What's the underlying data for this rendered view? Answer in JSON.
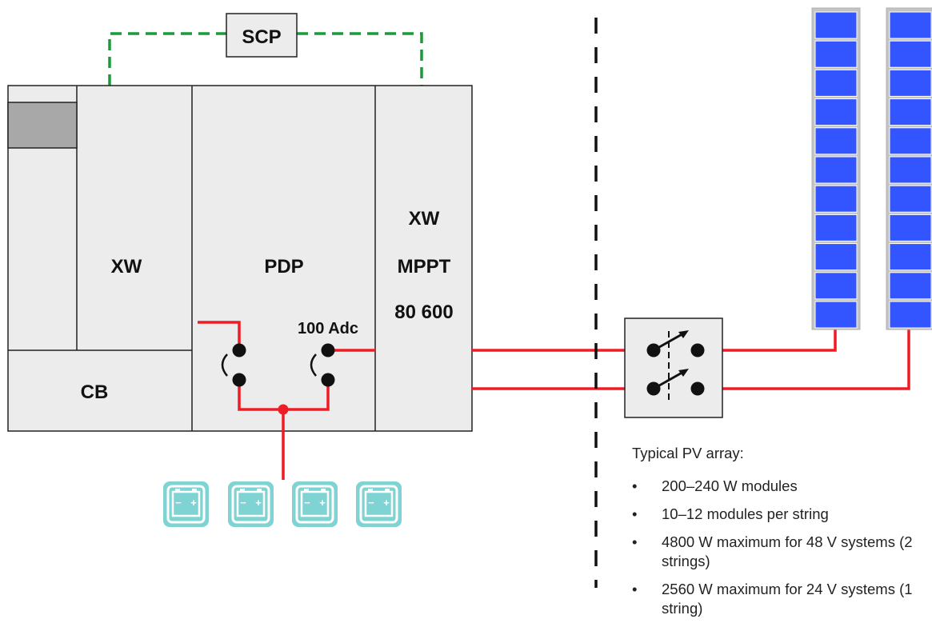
{
  "labels": {
    "scp": "SCP",
    "xw": "XW",
    "cb": "CB",
    "pdp": "PDP",
    "mppt_line1": "XW",
    "mppt_line2": "MPPT",
    "mppt_line3": "80 600",
    "breaker_rating": "100 Adc"
  },
  "battery_terminal_labels": {
    "neg": "−",
    "pos": "+"
  },
  "pv_note": {
    "heading": "Typical PV array:",
    "items": [
      "200–240 W modules",
      "10–12 modules per string",
      "4800 W maximum for 48 V systems (2 strings)",
      "2560 W maximum for 24 V systems (1 string)"
    ]
  },
  "colors": {
    "dc_wire": "#ee1c24",
    "network_cable": "#1a9a3a",
    "panel_cell": "#3355ff",
    "battery": "#7fd3d3",
    "enclosure": "#ececec"
  }
}
